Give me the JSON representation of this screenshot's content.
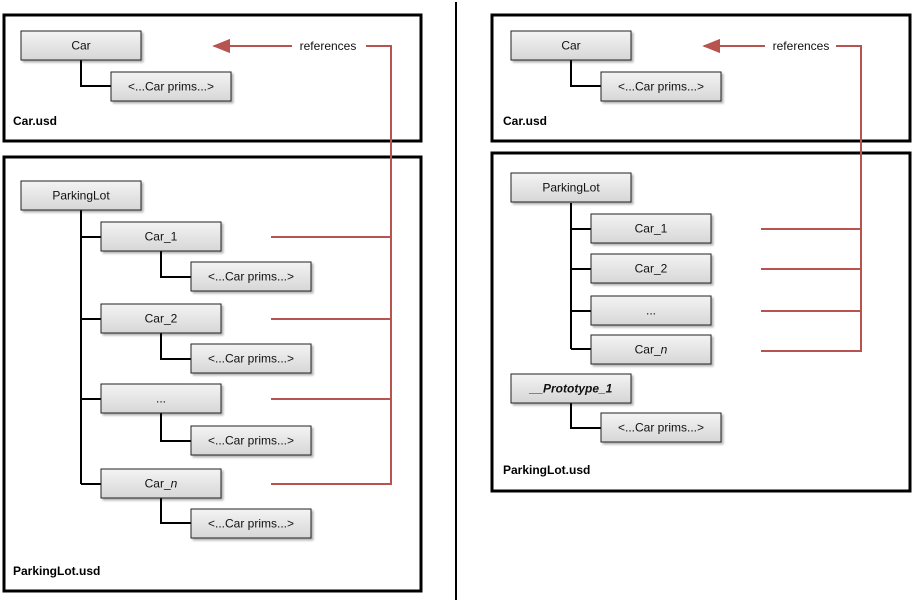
{
  "colors": {
    "frame": "#000000",
    "node_fill_top": "#f3f3f3",
    "node_fill_bottom": "#d6d6d6",
    "node_stroke": "#222222",
    "reference_arrow": "#b85450"
  },
  "left": {
    "car_file": {
      "root": "Car",
      "child": "<...Car prims...>",
      "file": "Car.usd",
      "references_label": "references"
    },
    "lot_file": {
      "root": "ParkingLot",
      "cars": [
        {
          "prefix": "Car_",
          "suffix": "1",
          "italic_suffix": false,
          "child": "<...Car prims...>"
        },
        {
          "prefix": "Car_",
          "suffix": "2",
          "italic_suffix": false,
          "child": "<...Car prims...>"
        },
        {
          "prefix": "...",
          "suffix": "",
          "italic_suffix": false,
          "child": "<...Car prims...>"
        },
        {
          "prefix": "Car_",
          "suffix": "n",
          "italic_suffix": true,
          "child": "<...Car prims...>"
        }
      ],
      "file": "ParkingLot.usd"
    }
  },
  "right": {
    "car_file": {
      "root": "Car",
      "child": "<...Car prims...>",
      "file": "Car.usd",
      "references_label": "references"
    },
    "lot_file": {
      "root": "ParkingLot",
      "cars": [
        {
          "prefix": "Car_",
          "suffix": "1",
          "italic_suffix": false
        },
        {
          "prefix": "Car_",
          "suffix": "2",
          "italic_suffix": false
        },
        {
          "prefix": "...",
          "suffix": "",
          "italic_suffix": false
        },
        {
          "prefix": "Car_",
          "suffix": "n",
          "italic_suffix": true
        }
      ],
      "prototype": "__Prototype_1",
      "prototype_child": "<...Car prims...>",
      "file": "ParkingLot.usd"
    }
  }
}
